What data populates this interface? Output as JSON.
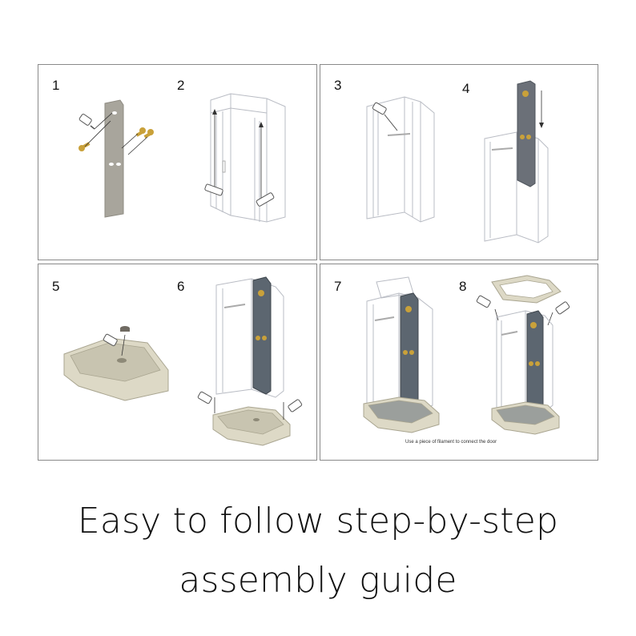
{
  "steps": [
    {
      "number": "1"
    },
    {
      "number": "2"
    },
    {
      "number": "3"
    },
    {
      "number": "4"
    },
    {
      "number": "5"
    },
    {
      "number": "6"
    },
    {
      "number": "7"
    },
    {
      "number": "8"
    }
  ],
  "note_step8": "Use a piece of filament to connect the door",
  "caption": {
    "line1": "Easy to follow step-by-step",
    "line2": "assembly guide"
  },
  "colors": {
    "panel_gray": "#a8a59c",
    "glass_line": "#b9bcc4",
    "tray_cream": "#ddd9c6",
    "brass": "#c9a13a",
    "dark_panel": "#5c6670"
  }
}
